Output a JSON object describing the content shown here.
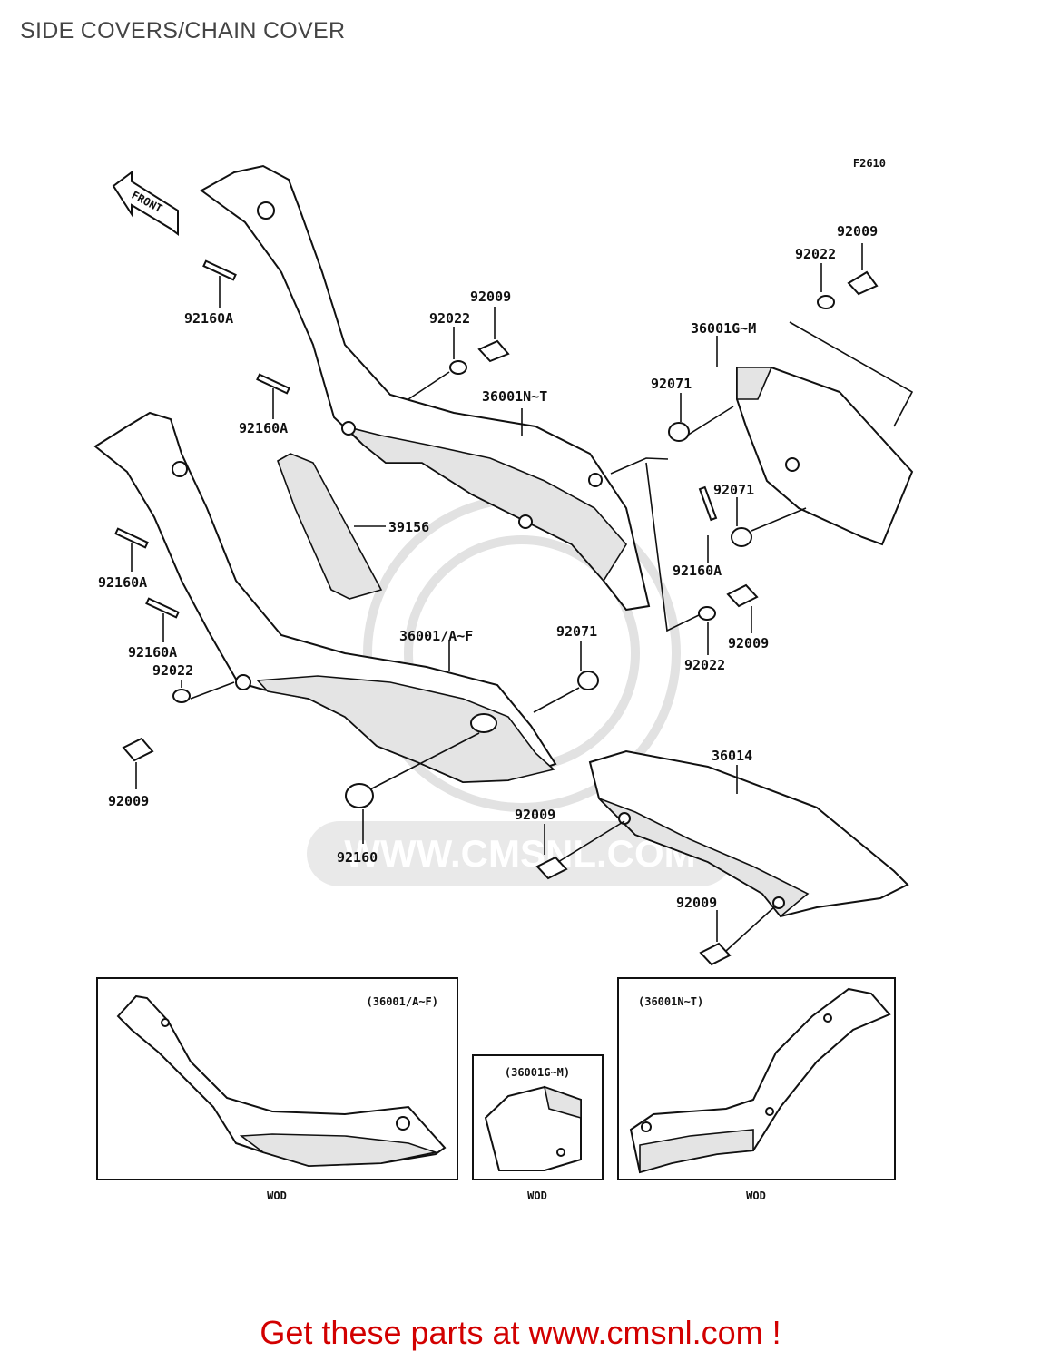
{
  "page": {
    "title": "SIDE COVERS/CHAIN COVER"
  },
  "figure_code": "F2610",
  "front_arrow_label": "FRONT",
  "watermark_text": "WWW.CMSNL.COM",
  "parts": {
    "p92160A_a": "92160A",
    "p92160A_b": "92160A",
    "p92160A_c": "92160A",
    "p92160A_d": "92160A",
    "p92160A_e": "92160A",
    "p92009_top_mid": "92009",
    "p92022_top_mid": "92022",
    "p36001NT": "36001N~T",
    "p39156": "39156",
    "p92022_top_right": "92022",
    "p92009_top_right": "92009",
    "p36001GM": "36001G~M",
    "p92071_a": "92071",
    "p92071_b": "92071",
    "p92071_c": "92071",
    "p92009_right": "92009",
    "p92022_right": "92022",
    "p36001AF": "36001/A~F",
    "p92022_left": "92022",
    "p92009_left": "92009",
    "p92160": "92160",
    "p36014": "36014",
    "p92009_chain_a": "92009",
    "p92009_chain_b": "92009"
  },
  "insets": [
    {
      "title": "(36001/A~F)",
      "caption": "WOD"
    },
    {
      "title": "(36001G~M)",
      "caption": "WOD"
    },
    {
      "title": "(36001N~T)",
      "caption": "WOD"
    }
  ],
  "promo": {
    "text": "Get these parts at www.cmsnl.com !",
    "color": "#d20000"
  }
}
